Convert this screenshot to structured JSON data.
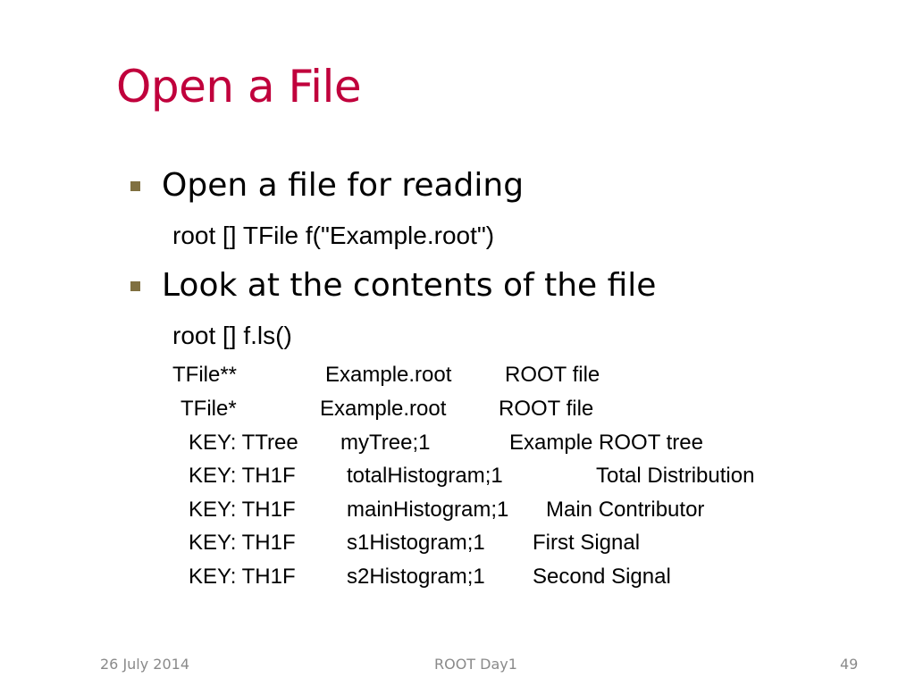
{
  "slide": {
    "title": "Open a File",
    "bullets": [
      {
        "text": "Open a file for reading",
        "command": "root [] TFile f(\"Example.root\")"
      },
      {
        "text": "Look at the contents of the file",
        "command": "root [] f.ls()"
      }
    ],
    "ls_output": [
      {
        "col1": "TFile**",
        "col2": "Example.root",
        "col3": "ROOT file"
      },
      {
        "col1": "TFile*",
        "col2": "Example.root",
        "col3": "ROOT file"
      },
      {
        "col1": "KEY: TTree",
        "col2": "myTree;1",
        "col3": "Example ROOT tree"
      },
      {
        "col1": "KEY: TH1F",
        "col2": "totalHistogram;1",
        "col3": "Total Distribution"
      },
      {
        "col1": "KEY: TH1F",
        "col2": "mainHistogram;1",
        "col3": "Main Contributor"
      },
      {
        "col1": "KEY: TH1F",
        "col2": "s1Histogram;1",
        "col3": "First Signal"
      },
      {
        "col1": "KEY: TH1F",
        "col2": "s2Histogram;1",
        "col3": "Second Signal"
      }
    ]
  },
  "footer": {
    "date": "26 July 2014",
    "center": "ROOT Day1",
    "page": "49"
  },
  "colors": {
    "title": "#c0003c",
    "bullet_marker": "#807040",
    "footer_text": "#8a8a8a"
  }
}
